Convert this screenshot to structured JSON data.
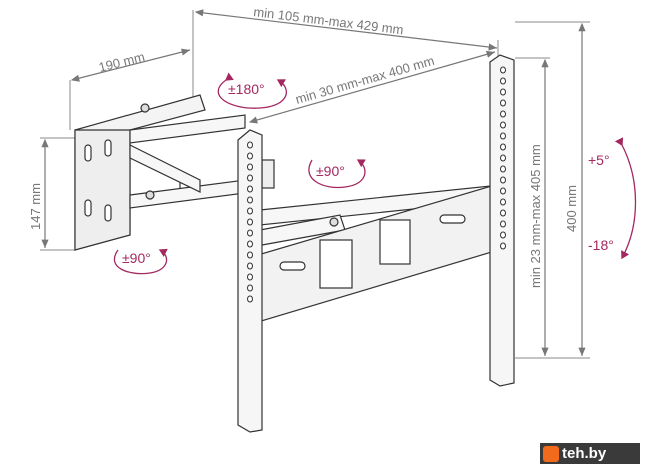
{
  "dimensions": {
    "depth": "190 mm",
    "plate_height": "147 mm",
    "extension_total": "min 105 mm-max 429 mm",
    "extension_arm": "min 30 mm-max 400 mm",
    "vesa_vertical": "min 23 mm-max 405 mm",
    "rail_height": "400 mm"
  },
  "rotations": {
    "swivel_wall": "±180°",
    "swivel_arm": "±90°",
    "swivel_joint": "±90°",
    "tilt_up": "+5°",
    "tilt_down": "-18°"
  },
  "watermark": "teh.by",
  "colors": {
    "rotation": "#a4285f",
    "dimension": "#777777",
    "logo_accent": "#f26a1b"
  }
}
